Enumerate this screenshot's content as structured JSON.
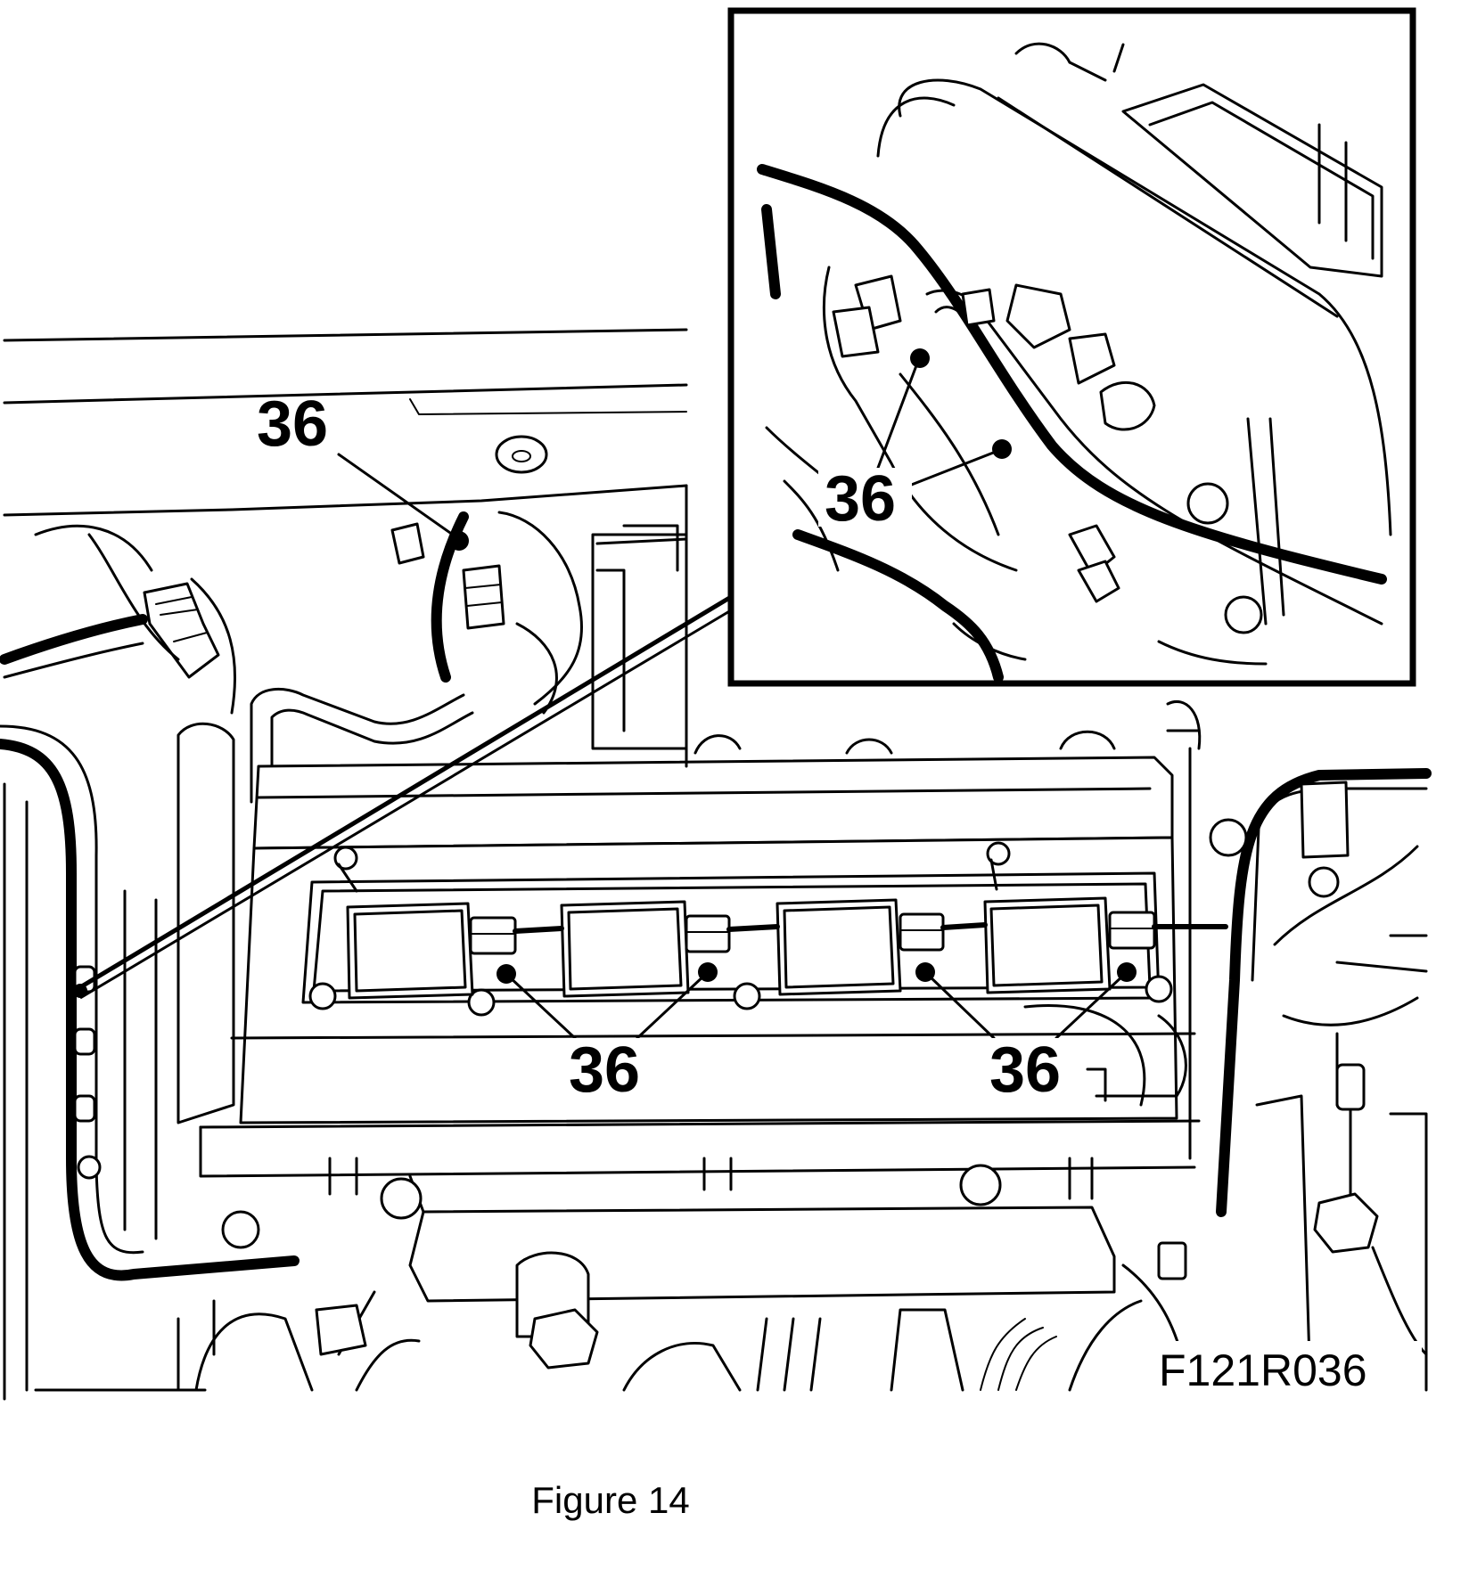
{
  "callouts": {
    "main_top": "36",
    "inset": "36",
    "coils_left": "36",
    "coils_right": "36"
  },
  "figure_id": "F121R036",
  "caption": "Figure 14"
}
